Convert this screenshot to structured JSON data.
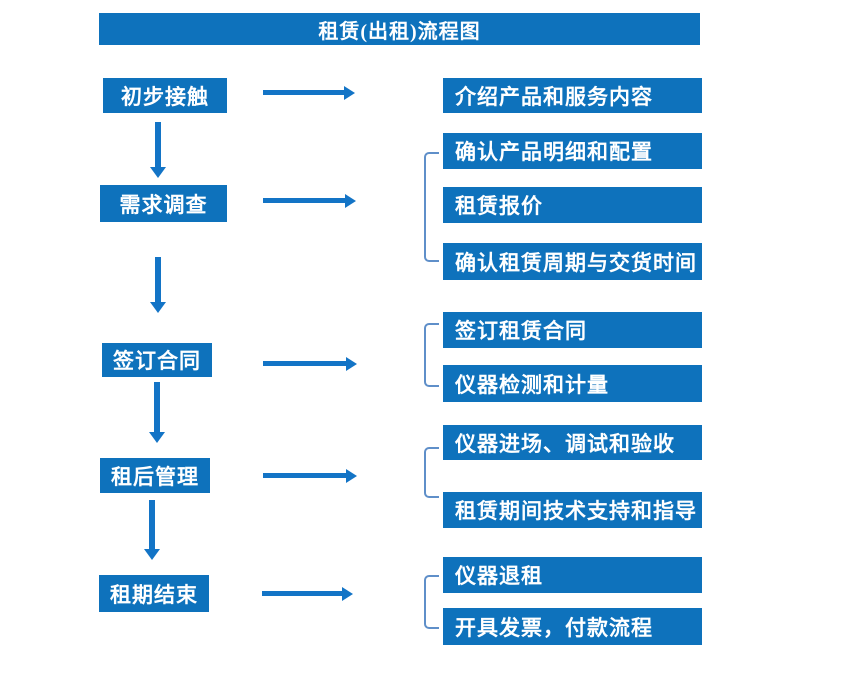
{
  "title": "租赁(出租)流程图",
  "colors": {
    "box_blue": "#0e72bc",
    "arrow_blue": "#1374c6",
    "bracket_blue": "#5f8fc9",
    "text_white": "#ffffff",
    "background": "#ffffff"
  },
  "left_steps": [
    {
      "label": "初步接触"
    },
    {
      "label": "需求调查"
    },
    {
      "label": "签订合同"
    },
    {
      "label": "租后管理"
    },
    {
      "label": "租期结束"
    }
  ],
  "right_boxes": [
    "介绍产品和服务内容",
    "确认产品明细和配置",
    "租赁报价",
    "确认租赁周期与交货时间",
    "签订租赁合同",
    "仪器检测和计量",
    "仪器进场、调试和验收",
    "租赁期间技术支持和指导",
    "仪器退租",
    "开具发票，付款流程"
  ]
}
